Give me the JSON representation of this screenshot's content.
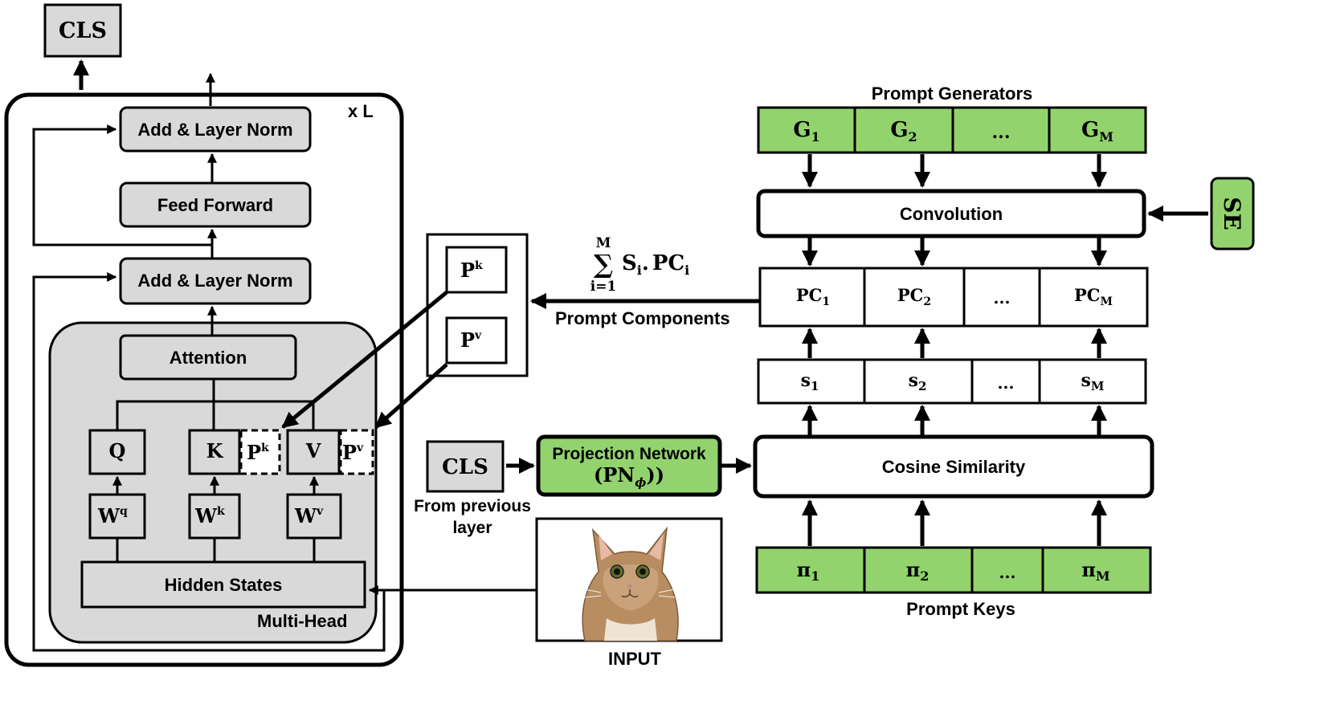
{
  "encoder": {
    "cls_top": "CLS",
    "repeat_label": "x L",
    "add_norm_top": "Add & Layer Norm",
    "feed_forward": "Feed Forward",
    "add_norm_bottom": "Add & Layer Norm",
    "attention": "Attention",
    "q": "Q",
    "k": "K",
    "v": "V",
    "pk_base": "P",
    "pk_sup": "k",
    "pv_base": "P",
    "pv_sup": "v",
    "wq_base": "W",
    "wq_sup": "q",
    "wk_base": "W",
    "wk_sup": "k",
    "wv_base": "W",
    "wv_sup": "v",
    "hidden_states": "Hidden States",
    "multi_head": "Multi-Head"
  },
  "prompt_box": {
    "pk_base": "P",
    "pk_sup": "k",
    "pv_base": "P",
    "pv_sup": "v"
  },
  "formula": {
    "sum_upper": "M",
    "sum_symbol": "∑",
    "sum_lower": "i=1",
    "term_s": "S",
    "term_s_sub": "i",
    "dot": ".",
    "term_pc": "PC",
    "term_pc_sub": "i",
    "components_label": "Prompt Components"
  },
  "generators": {
    "title": "Prompt Generators",
    "cells": [
      {
        "base": "G",
        "sub": "1"
      },
      {
        "base": "G",
        "sub": "2"
      },
      {
        "base": "...",
        "sub": ""
      },
      {
        "base": "G",
        "sub": "M"
      }
    ]
  },
  "convolution": "Convolution",
  "se": "SE",
  "components": [
    {
      "base": "PC",
      "sub": "1"
    },
    {
      "base": "PC",
      "sub": "2"
    },
    {
      "base": "...",
      "sub": ""
    },
    {
      "base": "PC",
      "sub": "M"
    }
  ],
  "scores": [
    {
      "base": "s",
      "sub": "1"
    },
    {
      "base": "s",
      "sub": "2"
    },
    {
      "base": "...",
      "sub": ""
    },
    {
      "base": "s",
      "sub": "M"
    }
  ],
  "cosine": "Cosine Similarity",
  "keys": {
    "title": "Prompt Keys",
    "cells": [
      {
        "base": "π",
        "sub": "1"
      },
      {
        "base": "π",
        "sub": "2"
      },
      {
        "base": "...",
        "sub": ""
      },
      {
        "base": "π",
        "sub": "M"
      }
    ]
  },
  "cls_prev": {
    "label": "CLS",
    "caption_line1": "From previous",
    "caption_line2": "layer"
  },
  "projection": {
    "line1": "Projection Network",
    "line2_base": "(PN",
    "line2_sub": "ϕ",
    "line2_end": "))"
  },
  "input_label": "INPUT",
  "colors": {
    "green": "#92d36e",
    "gray": "#d9d9d9"
  }
}
